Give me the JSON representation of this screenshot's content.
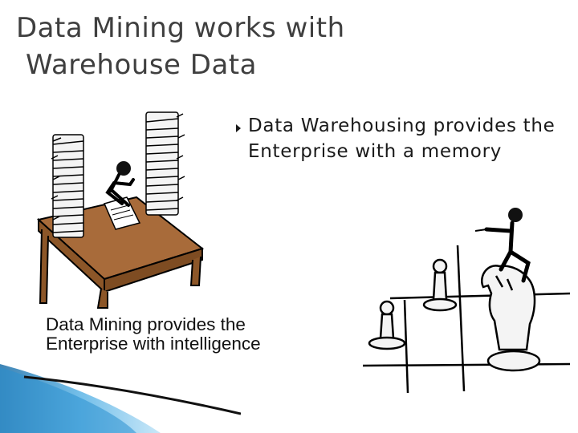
{
  "slide": {
    "title_line1": "Data Mining works with",
    "title_line2": "Warehouse Data",
    "bullet": "Data Warehousing provides the Enterprise with a memory",
    "caption_line1": "Data Mining provides the",
    "caption_line2": "Enterprise with intelligence",
    "bullet_icon": "triangle-bullet-icon",
    "colors": {
      "title": "#3f3f3f",
      "desk": "#a86b3a",
      "accent_blue": "#2a8fd0",
      "text": "#1a1a1a"
    }
  }
}
